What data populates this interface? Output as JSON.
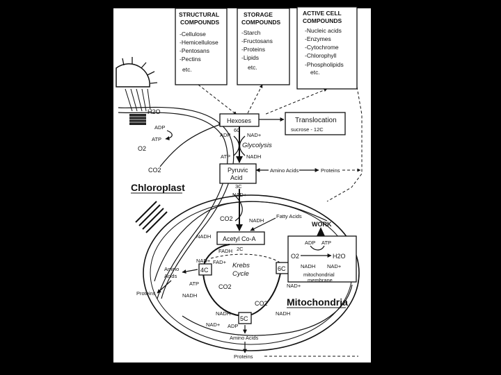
{
  "columns": [
    {
      "header": [
        "STRUCTURAL",
        "COMPOUNDS"
      ],
      "items": [
        "-Cellulose",
        "-Hemicellulose",
        "-Pentosans",
        "-Pectins",
        "etc."
      ]
    },
    {
      "header": [
        "STORAGE",
        "COMPOUNDS"
      ],
      "items": [
        "-Starch",
        "-Fructosans",
        "-Proteins",
        "-Lipids",
        "etc."
      ]
    },
    {
      "header": [
        "ACTIVE CELL",
        "COMPOUNDS"
      ],
      "items": [
        "-Nucleic acids",
        "-Enzymes",
        "-Cytochrome",
        "-Chlorophyll",
        "-Phospholipids",
        "etc."
      ]
    }
  ],
  "chloroplast": {
    "h2o": "H2O",
    "adp": "ADP",
    "atp": "ATP",
    "o2": "O2",
    "co2": "CO2",
    "label": "Chloroplast"
  },
  "glycolysis": {
    "hexoses": "Hexoses",
    "six_c": "6C",
    "adp": "ADP",
    "nad": "NAD+",
    "label": "Glycolysis",
    "atp": "ATP",
    "nadh": "NADH",
    "pyruvic": [
      "Pyruvic",
      "Acid"
    ],
    "three_c": "3C",
    "amino_acids": "Amino Acids",
    "proteins": "Proteins"
  },
  "translocation": {
    "title": "Translocation",
    "sub": "sucrose - 12C"
  },
  "mitochondria": {
    "nad_top": "NAD+",
    "co2": "CO2",
    "nadh": "NADH",
    "fatty_acids": "Fatty Acids",
    "acetyl": "Acetyl Co-A",
    "two_c": "2C",
    "fadh": "FADH",
    "fad": "FAD+",
    "krebs": [
      "Krebs",
      "Cycle"
    ],
    "four_c": "4C",
    "five_c": "5C",
    "six_c": "6C",
    "amino_acids_left": [
      "Amino",
      "Acids"
    ],
    "proteins_left": "Proteins",
    "atp": "ATP",
    "co2_mid": "CO2",
    "co2_bottom": "CO2",
    "nadh_a": "NADH",
    "nadh_b": "NADH",
    "nadh_c": "NADH",
    "nadh_d": "NADH",
    "nad_a": "NAD+",
    "nad_b": "NAD+",
    "nad_c": "NAD+",
    "adp": "ADP",
    "amino_acids_bottom": "Amino Acids",
    "proteins_bottom": "Proteins",
    "label": "Mitochondria"
  },
  "etc_panel": {
    "work": "WORK",
    "adp": "ADP",
    "atp": "ATP",
    "o2": "O2",
    "h2o": "H2O",
    "nadh": "NADH",
    "nad": "NAD+",
    "membrane": [
      "mitochondrial",
      "membrane"
    ]
  }
}
